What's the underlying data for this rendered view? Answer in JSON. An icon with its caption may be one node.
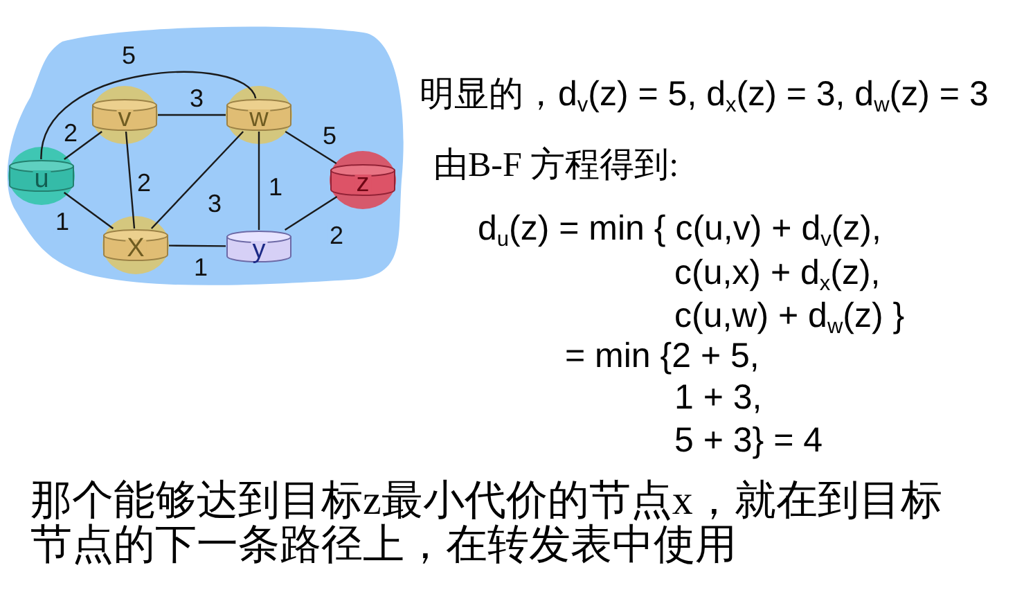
{
  "diagram": {
    "nodes": [
      {
        "text": [],
        "shape": "cloud"
      },
      {
        "text": [
          "v"
        ],
        "in": 0
      },
      {
        "text": [
          "w"
        ],
        "in": 0
      },
      {
        "text": [
          "u"
        ],
        "in": 0
      },
      {
        "text": [
          "z"
        ],
        "in": 0
      },
      {
        "text": [
          "X"
        ],
        "in": 0
      },
      {
        "text": [
          "y"
        ],
        "in": 0
      }
    ],
    "edges": [
      {
        "from": 3,
        "to": 2,
        "arrow": "none",
        "label": "5"
      },
      {
        "from": 1,
        "to": 2,
        "arrow": "none",
        "label": "3"
      },
      {
        "from": 3,
        "to": 1,
        "arrow": "none",
        "label": "2"
      },
      {
        "from": 1,
        "to": 5,
        "arrow": "none",
        "label": "2"
      },
      {
        "from": 5,
        "to": 2,
        "arrow": "none",
        "label": "3"
      },
      {
        "from": 2,
        "to": 6,
        "arrow": "none",
        "label": "1"
      },
      {
        "from": 2,
        "to": 4,
        "arrow": "none",
        "label": "5"
      },
      {
        "from": 3,
        "to": 5,
        "arrow": "none",
        "label": "1"
      },
      {
        "from": 5,
        "to": 6,
        "arrow": "none",
        "label": "1"
      },
      {
        "from": 6,
        "to": 4,
        "arrow": "none",
        "label": "2"
      }
    ],
    "labels": [
      "明显的，d$_{v}$(z) = 5, d$_{x}$(z) = 3, d$_{w}$(z) = 3",
      "由B-F 方程得到:",
      "d$_{u}$(z) = min { c(u,v) + d$_{v}$(z),",
      "c(u,x) + d$_{x}$(z),",
      "c(u,w) + d$_{w}$(z) }",
      "= min {2 + 5,",
      "1 + 3,",
      "5 + 3} = 4",
      "那个能够达到目标z最小代价的节点x，就在到目标节点的下一条路径上，在转发表中使用"
    ]
  }
}
